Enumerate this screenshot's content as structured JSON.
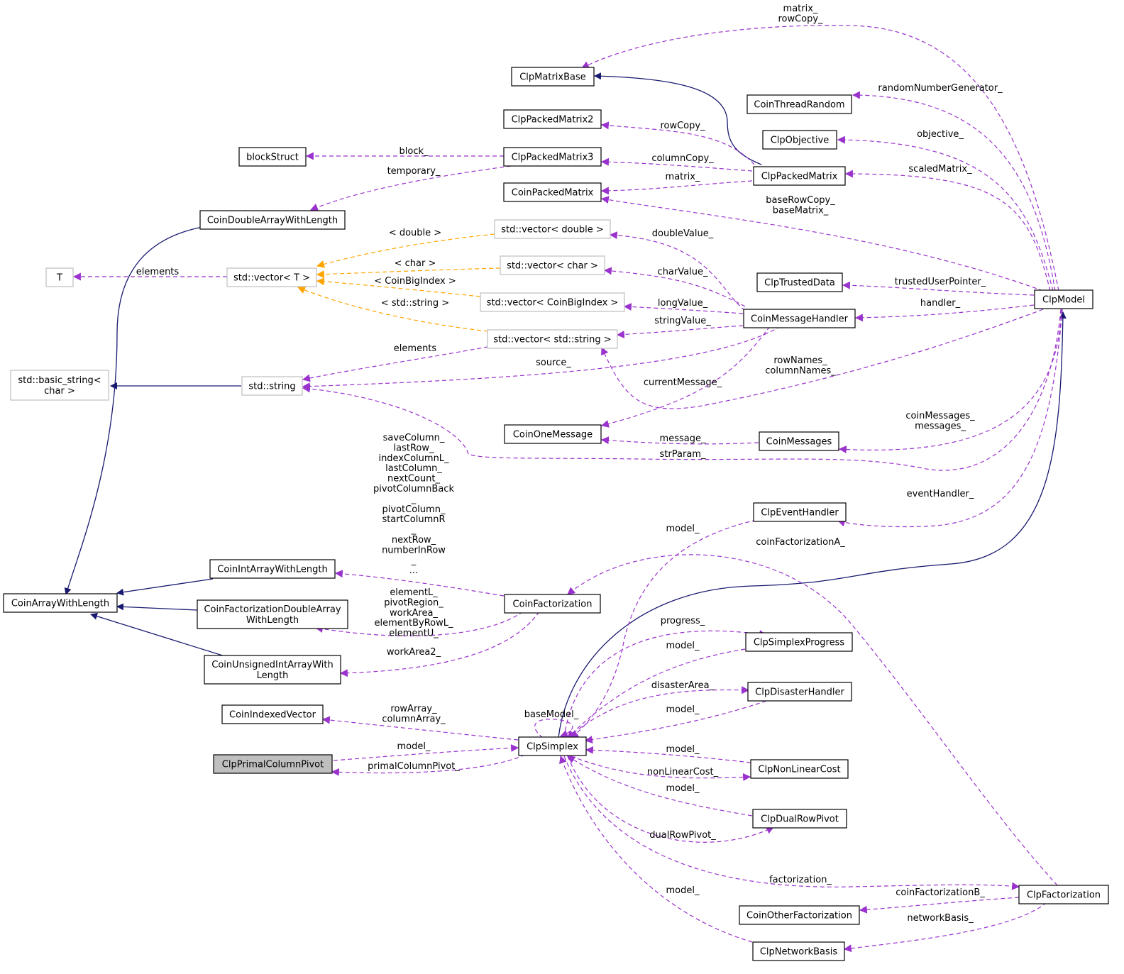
{
  "nodes": [
    {
      "id": "ClpMatrixBase",
      "label": [
        "ClpMatrixBase"
      ],
      "kind": "class"
    },
    {
      "id": "CoinThreadRandom",
      "label": [
        "CoinThreadRandom"
      ],
      "kind": "class"
    },
    {
      "id": "ClpPackedMatrix2",
      "label": [
        "ClpPackedMatrix2"
      ],
      "kind": "class"
    },
    {
      "id": "ClpObjective",
      "label": [
        "ClpObjective"
      ],
      "kind": "class"
    },
    {
      "id": "blockStruct",
      "label": [
        "blockStruct"
      ],
      "kind": "class"
    },
    {
      "id": "ClpPackedMatrix3",
      "label": [
        "ClpPackedMatrix3"
      ],
      "kind": "class"
    },
    {
      "id": "ClpPackedMatrix",
      "label": [
        "ClpPackedMatrix"
      ],
      "kind": "class"
    },
    {
      "id": "CoinPackedMatrix",
      "label": [
        "CoinPackedMatrix"
      ],
      "kind": "class"
    },
    {
      "id": "CoinDoubleArrayWithLength",
      "label": [
        "CoinDoubleArrayWithLength"
      ],
      "kind": "class"
    },
    {
      "id": "vecDouble",
      "label": [
        "std::vector< double >"
      ],
      "kind": "template"
    },
    {
      "id": "T",
      "label": [
        "T"
      ],
      "kind": "template"
    },
    {
      "id": "vecT",
      "label": [
        "std::vector< T >"
      ],
      "kind": "template"
    },
    {
      "id": "vecChar",
      "label": [
        "std::vector< char >"
      ],
      "kind": "template"
    },
    {
      "id": "ClpTrustedData",
      "label": [
        "ClpTrustedData"
      ],
      "kind": "class"
    },
    {
      "id": "ClpModel",
      "label": [
        "ClpModel"
      ],
      "kind": "class"
    },
    {
      "id": "vecBig",
      "label": [
        "std::vector< CoinBigIndex >"
      ],
      "kind": "template"
    },
    {
      "id": "CoinMessageHandler",
      "label": [
        "CoinMessageHandler"
      ],
      "kind": "class"
    },
    {
      "id": "vecString",
      "label": [
        "std::vector< std::string >"
      ],
      "kind": "template"
    },
    {
      "id": "basicString",
      "label": [
        "std::basic_string<",
        "char >"
      ],
      "kind": "template"
    },
    {
      "id": "stdString",
      "label": [
        "std::string"
      ],
      "kind": "template"
    },
    {
      "id": "CoinOneMessage",
      "label": [
        "CoinOneMessage"
      ],
      "kind": "class"
    },
    {
      "id": "CoinMessages",
      "label": [
        "CoinMessages"
      ],
      "kind": "class"
    },
    {
      "id": "ClpEventHandler",
      "label": [
        "ClpEventHandler"
      ],
      "kind": "class"
    },
    {
      "id": "CoinIntArrayWithLength",
      "label": [
        "CoinIntArrayWithLength"
      ],
      "kind": "class"
    },
    {
      "id": "CoinArrayWithLength",
      "label": [
        "CoinArrayWithLength"
      ],
      "kind": "class"
    },
    {
      "id": "CoinFactorization",
      "label": [
        "CoinFactorization"
      ],
      "kind": "class"
    },
    {
      "id": "CoinFactorizationDoubleArray",
      "label": [
        "CoinFactorizationDoubleArray",
        "WithLength"
      ],
      "kind": "class"
    },
    {
      "id": "ClpSimplexProgress",
      "label": [
        "ClpSimplexProgress"
      ],
      "kind": "class"
    },
    {
      "id": "CoinUnsignedIntArray",
      "label": [
        "CoinUnsignedIntArrayWith",
        "Length"
      ],
      "kind": "class"
    },
    {
      "id": "ClpDisasterHandler",
      "label": [
        "ClpDisasterHandler"
      ],
      "kind": "class"
    },
    {
      "id": "CoinIndexedVector",
      "label": [
        "CoinIndexedVector"
      ],
      "kind": "class"
    },
    {
      "id": "ClpSimplex",
      "label": [
        "ClpSimplex"
      ],
      "kind": "class"
    },
    {
      "id": "ClpPrimalColumnPivot",
      "label": [
        "ClpPrimalColumnPivot"
      ],
      "kind": "focus"
    },
    {
      "id": "ClpNonLinearCost",
      "label": [
        "ClpNonLinearCost"
      ],
      "kind": "class"
    },
    {
      "id": "ClpDualRowPivot",
      "label": [
        "ClpDualRowPivot"
      ],
      "kind": "class"
    },
    {
      "id": "ClpFactorization",
      "label": [
        "ClpFactorization"
      ],
      "kind": "class"
    },
    {
      "id": "CoinOtherFactorization",
      "label": [
        "CoinOtherFactorization"
      ],
      "kind": "class"
    },
    {
      "id": "ClpNetworkBasis",
      "label": [
        "ClpNetworkBasis"
      ],
      "kind": "class"
    }
  ],
  "edge_labels": [
    {
      "id": "l_matrix_rowcopy",
      "lines": [
        "matrix_",
        "rowCopy_"
      ]
    },
    {
      "id": "l_rng",
      "lines": [
        "randomNumberGenerator_"
      ]
    },
    {
      "id": "l_rowcopy",
      "lines": [
        "rowCopy_"
      ]
    },
    {
      "id": "l_objective",
      "lines": [
        "objective_"
      ]
    },
    {
      "id": "l_block",
      "lines": [
        "block_"
      ]
    },
    {
      "id": "l_columncopy",
      "lines": [
        "columnCopy_"
      ]
    },
    {
      "id": "l_scaledmatrix",
      "lines": [
        "scaledMatrix_"
      ]
    },
    {
      "id": "l_temporary",
      "lines": [
        "temporary_"
      ]
    },
    {
      "id": "l_matrix",
      "lines": [
        "matrix_"
      ]
    },
    {
      "id": "l_baserow",
      "lines": [
        "baseRowCopy_",
        "baseMatrix_"
      ]
    },
    {
      "id": "l_tdouble",
      "lines": [
        "< double >"
      ]
    },
    {
      "id": "l_doublevalue",
      "lines": [
        "doubleValue_"
      ]
    },
    {
      "id": "l_tchar",
      "lines": [
        "< char >"
      ]
    },
    {
      "id": "l_elements_t",
      "lines": [
        "elements"
      ]
    },
    {
      "id": "l_charvalue",
      "lines": [
        "charValue_"
      ]
    },
    {
      "id": "l_tbig",
      "lines": [
        "< CoinBigIndex >"
      ]
    },
    {
      "id": "l_trusted",
      "lines": [
        "trustedUserPointer_"
      ]
    },
    {
      "id": "l_tstring",
      "lines": [
        "< std::string >"
      ]
    },
    {
      "id": "l_longvalue",
      "lines": [
        "longValue_"
      ]
    },
    {
      "id": "l_handler",
      "lines": [
        "handler_"
      ]
    },
    {
      "id": "l_stringvalue",
      "lines": [
        "stringValue_"
      ]
    },
    {
      "id": "l_elements_s",
      "lines": [
        "elements"
      ]
    },
    {
      "id": "l_source",
      "lines": [
        "source_"
      ]
    },
    {
      "id": "l_rownames",
      "lines": [
        "rowNames_",
        "columnNames_"
      ]
    },
    {
      "id": "l_currentmessage",
      "lines": [
        "currentMessage_"
      ]
    },
    {
      "id": "l_coinmessages",
      "lines": [
        "coinMessages_",
        "messages_"
      ]
    },
    {
      "id": "l_message",
      "lines": [
        "message_"
      ]
    },
    {
      "id": "l_strparam",
      "lines": [
        "strParam_"
      ]
    },
    {
      "id": "l_fact_fields",
      "lines": [
        "saveColumn_",
        "lastRow_",
        "indexColumnL_",
        "lastColumn_",
        "nextCount_",
        "pivotColumnBack",
        "_",
        "pivotColumn_",
        "startColumnR",
        "_",
        "nextRow_",
        "numberInRow",
        "_",
        "..."
      ]
    },
    {
      "id": "l_eventhandler",
      "lines": [
        "eventHandler_"
      ]
    },
    {
      "id": "l_model_event",
      "lines": [
        "model_"
      ]
    },
    {
      "id": "l_coinfactA",
      "lines": [
        "coinFactorizationA_"
      ]
    },
    {
      "id": "l_fact_double",
      "lines": [
        "elementL_",
        "pivotRegion_",
        "workArea_",
        "elementByRowL_",
        "elementU_"
      ]
    },
    {
      "id": "l_progress",
      "lines": [
        "progress_"
      ]
    },
    {
      "id": "l_model_progress",
      "lines": [
        "model_"
      ]
    },
    {
      "id": "l_workarea2",
      "lines": [
        "workArea2_"
      ]
    },
    {
      "id": "l_disaster",
      "lines": [
        "disasterArea_"
      ]
    },
    {
      "id": "l_rowarray",
      "lines": [
        "rowArray_",
        "columnArray_"
      ]
    },
    {
      "id": "l_basemodel",
      "lines": [
        "baseModel_"
      ]
    },
    {
      "id": "l_model_disaster",
      "lines": [
        "model_"
      ]
    },
    {
      "id": "l_model_primal",
      "lines": [
        "model_"
      ]
    },
    {
      "id": "l_model_nonlinear",
      "lines": [
        "model_"
      ]
    },
    {
      "id": "l_primalpivot",
      "lines": [
        "primalColumnPivot_"
      ]
    },
    {
      "id": "l_nonlinearcost",
      "lines": [
        "nonLinearCost_"
      ]
    },
    {
      "id": "l_model_dual",
      "lines": [
        "model_"
      ]
    },
    {
      "id": "l_dualrowpivot",
      "lines": [
        "dualRowPivot_"
      ]
    },
    {
      "id": "l_factorization",
      "lines": [
        "factorization_"
      ]
    },
    {
      "id": "l_coinfactB",
      "lines": [
        "coinFactorizationB_"
      ]
    },
    {
      "id": "l_model_network",
      "lines": [
        "model_"
      ]
    },
    {
      "id": "l_networkbasis",
      "lines": [
        "networkBasis_"
      ]
    }
  ]
}
